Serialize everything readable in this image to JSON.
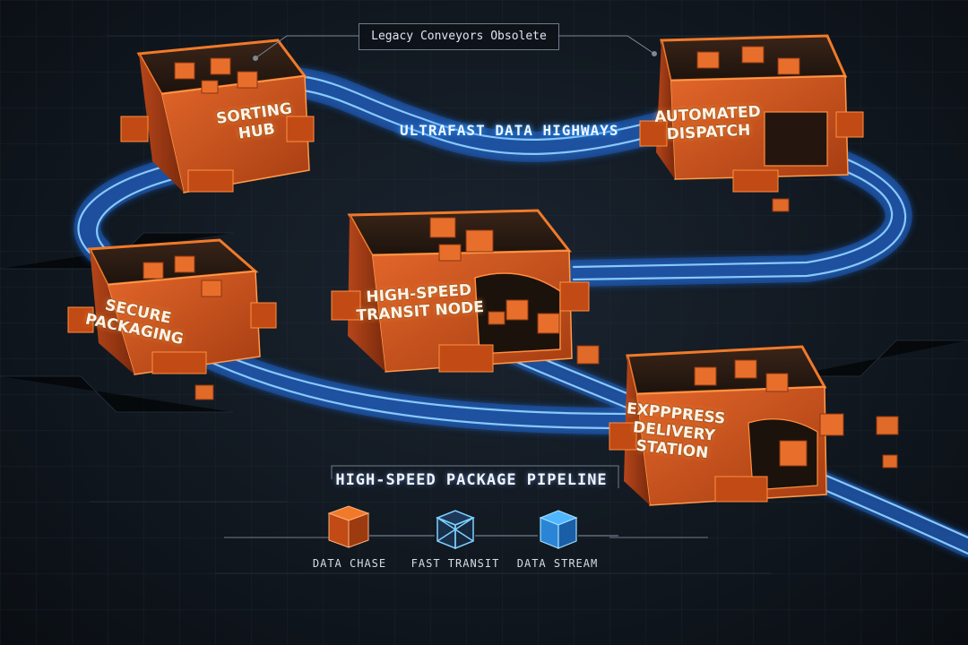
{
  "callout": {
    "text": "Legacy Conveyors Obsolete"
  },
  "highway_label": "Ultrafast Data Highways",
  "nodes": [
    {
      "id": "sorting-hub",
      "label_line1": "Sorting",
      "label_line2": "Hub"
    },
    {
      "id": "automated-dispatch",
      "label_line1": "Automated",
      "label_line2": "Dispatch"
    },
    {
      "id": "secure-packaging",
      "label_line1": "Secure",
      "label_line2": "Packaging"
    },
    {
      "id": "high-speed-transit-node",
      "label_line1": "High-Speed",
      "label_line2": "Transit Node"
    },
    {
      "id": "express-delivery-station",
      "label_line1": "Expppress",
      "label_line2": "Delivery",
      "label_line3": "Station"
    }
  ],
  "pipeline_title": "High-Speed Package Pipeline",
  "legend": [
    {
      "label": "Data Chase",
      "icon": "orange-cube-icon"
    },
    {
      "label": "Fast Transit",
      "icon": "blue-wireframe-cube-icon"
    },
    {
      "label": "Data Stream",
      "icon": "blue-glass-cube-icon"
    }
  ],
  "colors": {
    "node_orange": "#d4561a",
    "node_light": "#f07a2a",
    "highway_blue": "#2f8cff",
    "highway_glow": "#8fd0ff",
    "background": "#111820"
  }
}
